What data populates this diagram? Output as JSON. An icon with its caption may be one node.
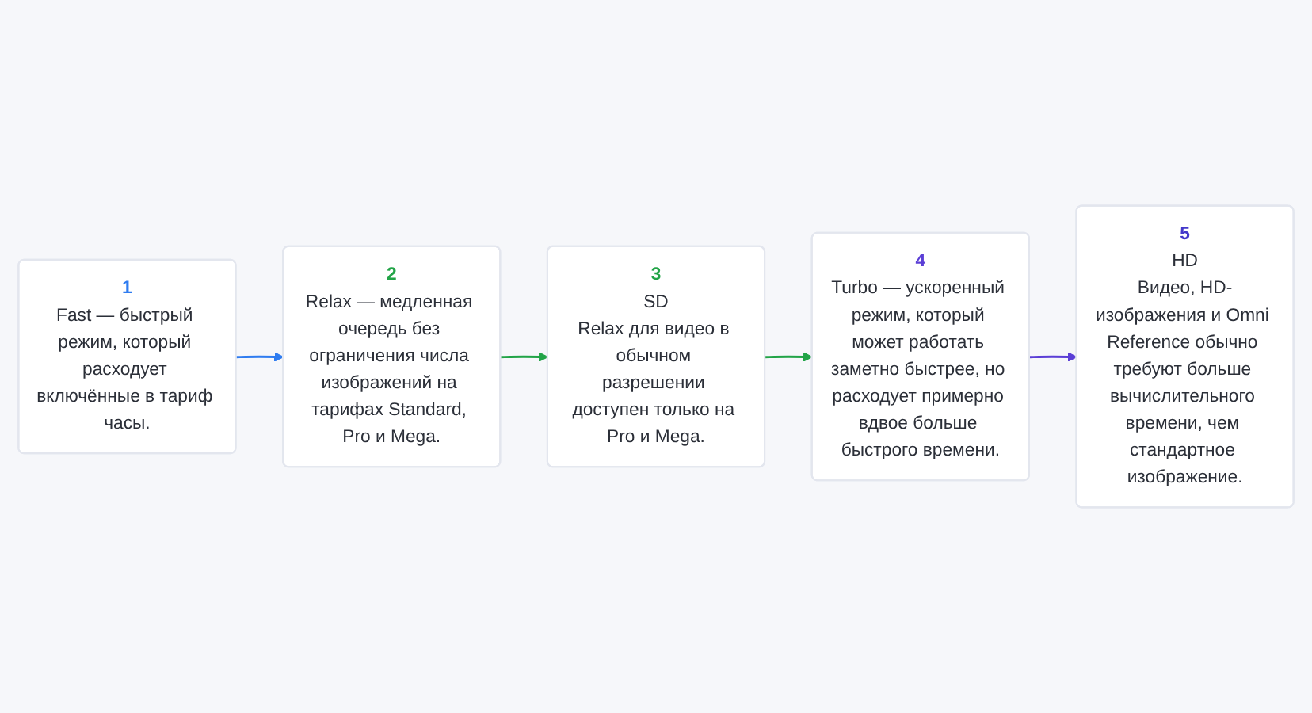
{
  "diagram": {
    "nodes": [
      {
        "text": [
          "1",
          "Fast — быстрый режим, который расходует включённые в тариф часы."
        ]
      },
      {
        "text": [
          "2",
          "Relax — медленная очередь без ограничения числа изображений на тарифах Standard, Pro и Mega."
        ]
      },
      {
        "text": [
          "3",
          "SD",
          "Relax для видео в обычном разрешении доступен только на Pro и Mega."
        ]
      },
      {
        "text": [
          "4",
          "Turbo — ускоренный режим, который может работать заметно быстрее, но расходует примерно вдвое больше быстрого времени."
        ]
      },
      {
        "text": [
          "5",
          "HD",
          "Видео, HD-изображения и Omni Reference обычно требуют больше вычислительного времени, чем стандартное изображение."
        ]
      }
    ],
    "edges": [
      {
        "from": 0,
        "to": 1,
        "arrow": "to",
        "color": "#2f7cf0"
      },
      {
        "from": 1,
        "to": 2,
        "arrow": "to"
      },
      {
        "from": 2,
        "to": 3,
        "arrow": "to"
      },
      {
        "from": 3,
        "to": 4,
        "arrow": "to",
        "color": "#5b3fd6"
      }
    ]
  }
}
